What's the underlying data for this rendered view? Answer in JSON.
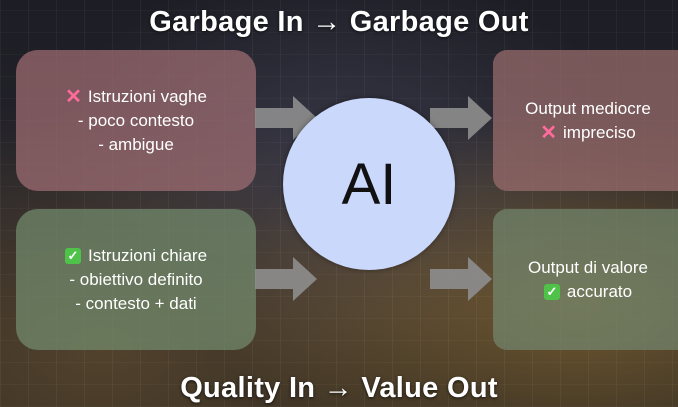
{
  "titles": {
    "top": "Garbage In → Garbage Out",
    "bottom": "Quality In → Value Out"
  },
  "center": {
    "label": "AI"
  },
  "bad_input": {
    "icon": "cross-icon",
    "heading": "Istruzioni vaghe",
    "lines": [
      "- poco contesto",
      "- ambigue"
    ]
  },
  "good_input": {
    "icon": "checkbox-icon",
    "heading": "Istruzioni chiare",
    "lines": [
      "- obiettivo definito",
      "- contesto + dati"
    ]
  },
  "bad_output": {
    "heading": "Output mediocre",
    "icon": "cross-icon",
    "status": "impreciso"
  },
  "good_output": {
    "heading": "Output di valore",
    "icon": "checkbox-icon",
    "status": "accurato"
  },
  "colors": {
    "cross": "#ff6b9a",
    "check": "#4fc24a",
    "circle": "#c9d8fb",
    "arrow": "#8e8e8e"
  }
}
